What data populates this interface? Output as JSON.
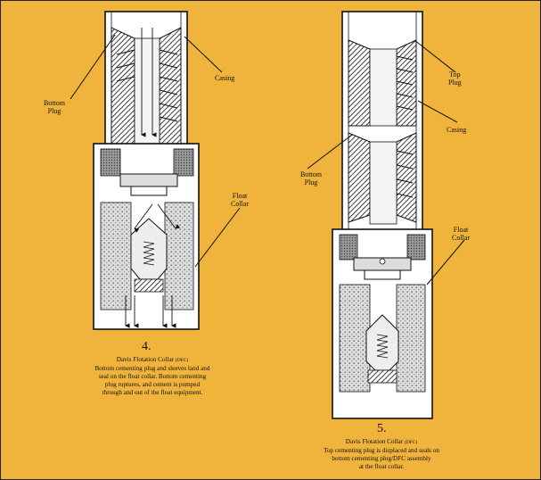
{
  "figure4": {
    "number": "4.",
    "labels": {
      "bottom_plug_line1": "Bottom",
      "bottom_plug_line2": "Plug",
      "casing": "Casing",
      "float_collar_line1": "Float",
      "float_collar_line2": "Collar"
    },
    "caption": {
      "title": "Davis Flotation    Collar",
      "title_abbr": "(DFC)",
      "line1": "Bottom   cementing plug  and sleeves land  and",
      "line2": "seal  on  the  float  collar. Bottom    cementing",
      "line3": "plug ruptures,   and  cement  is  pumped",
      "line4": "through   and  out  of  the  float  equipment."
    }
  },
  "figure5": {
    "number": "5.",
    "labels": {
      "top_plug_line1": "Top",
      "top_plug_line2": "Plug",
      "casing": "Casing",
      "bottom_plug_line1": "Bottom",
      "bottom_plug_line2": "Plug",
      "float_collar_line1": "Float",
      "float_collar_line2": "Collar"
    },
    "caption": {
      "title": "Davis Flotation    Collar",
      "title_abbr": "(DFC)",
      "line1": "Top  cementing  plug  is displaced   and  seals on",
      "line2": "bottom    cementing  plug/DFC  assembly",
      "line3": "at  the  float  collar."
    }
  },
  "colors": {
    "background": "#f0b33c",
    "line": "#111111",
    "casing_fill": "#ffffff",
    "cement_fill": "#d8d8d8"
  }
}
